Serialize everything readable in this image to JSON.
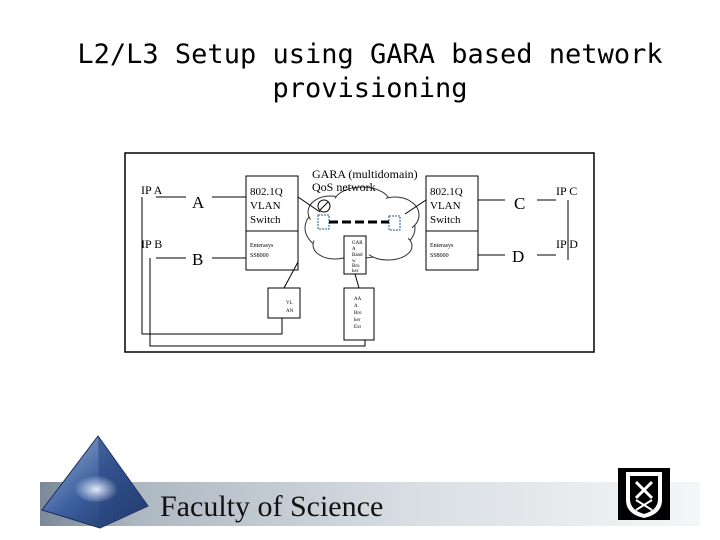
{
  "title": {
    "line1": "L2/L3 Setup using GARA based network",
    "line2": "provisioning"
  },
  "diagram": {
    "ip_a": "IP A",
    "ip_b": "IP B",
    "ip_c": "IP C",
    "ip_d": "IP D",
    "host_a": "A",
    "host_b": "B",
    "host_c": "C",
    "host_d": "D",
    "left_switch": {
      "line1": "802.1Q",
      "line2": "VLAN",
      "line3": "Switch",
      "vendor1": "Enterasys",
      "vendor2": "SS8000"
    },
    "right_switch": {
      "line1": "802.1Q",
      "line2": "VLAN",
      "line3": "Switch",
      "vendor1": "Enterasys",
      "vendor2": "SS8000"
    },
    "cloud": {
      "line1": "GARA (multidomain)",
      "line2": "QoS network"
    },
    "gara_box": {
      "l1": "GAR",
      "l2": "A",
      "l3": "Band",
      "l4": "w",
      "l5": "Bro",
      "l6": "ker"
    },
    "vlan_box": {
      "l1": "VL",
      "l2": "AN"
    },
    "aaa_box": {
      "l1": "AA",
      "l2": "A",
      "l3": "Bro",
      "l4": "ker",
      "l5": "Ext"
    }
  },
  "footer": {
    "text": "Faculty of Science"
  }
}
